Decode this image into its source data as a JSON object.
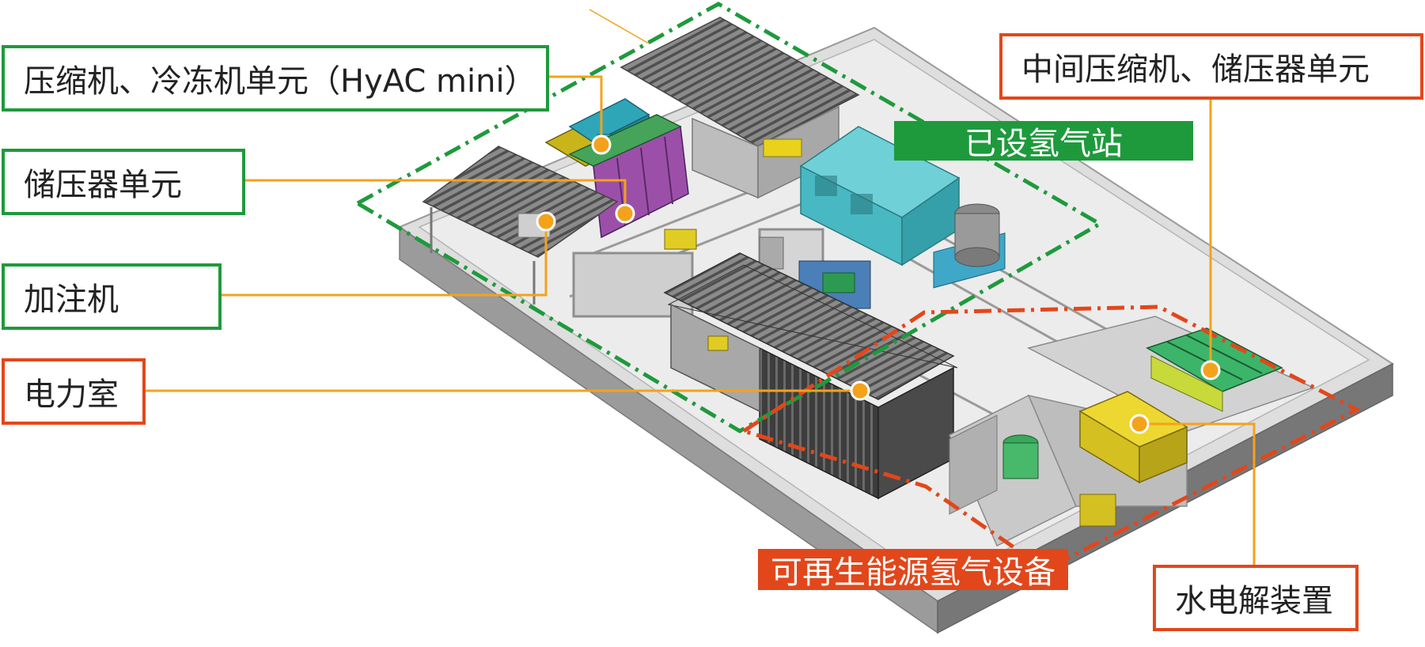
{
  "colors": {
    "green_frame": "#1e9a3c",
    "red_frame": "#e2471b",
    "leader_line": "#f4a21c",
    "station_banner_bg": "#1e9a3c",
    "renewable_banner_bg": "#e2471b"
  },
  "labels": {
    "compressor_unit": "压缩机、冷冻机单元（HyAC mini）",
    "accumulator_unit": "储压器单元",
    "dispenser": "加注机",
    "power_room": "电力室",
    "intermediate_unit": "中间压缩机、储压器单元",
    "electrolyzer": "水电解装置"
  },
  "banners": {
    "existing_station": "已设氢气站",
    "renewable_equipment": "可再生能源氢气设备"
  }
}
